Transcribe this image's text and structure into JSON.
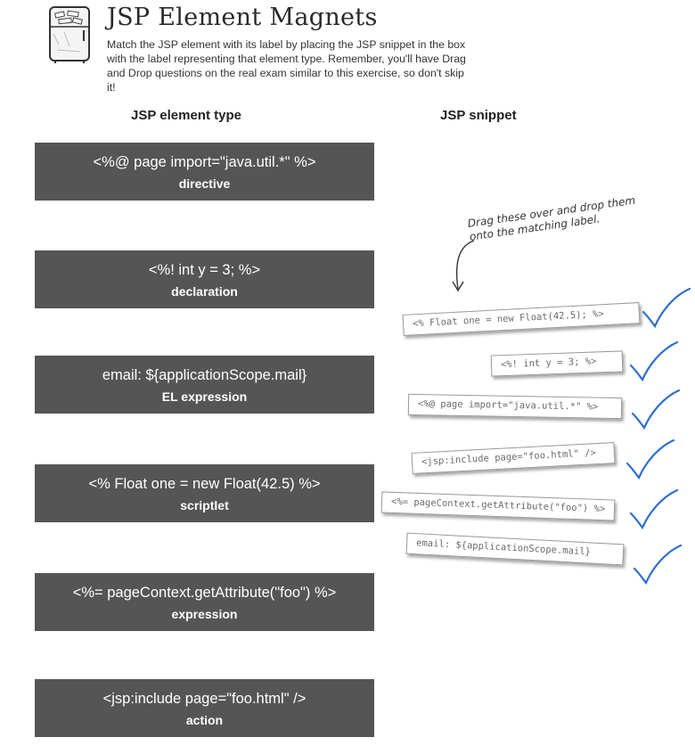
{
  "header": {
    "title": "JSP Element Magnets",
    "intro": "Match the JSP element with its label by placing the JSP snippet in the box with the label representing that element type. Remember, you'll have Drag and Drop questions on the real exam similar to this exercise, so don't skip it!"
  },
  "columns": {
    "left": "JSP element type",
    "right": "JSP snippet"
  },
  "labels": [
    {
      "snippet": "<%@ page import=\"java.util.*\" %>",
      "type": "directive"
    },
    {
      "snippet": "<%! int y = 3; %>",
      "type": "declaration"
    },
    {
      "snippet": "email: ${applicationScope.mail}",
      "type": "EL expression"
    },
    {
      "snippet": "<% Float one = new Float(42.5) %>",
      "type": "scriptlet"
    },
    {
      "snippet": "<%= pageContext.getAttribute(\"foo\") %>",
      "type": "expression"
    },
    {
      "snippet": "<jsp:include page=\"foo.html\" />",
      "type": "action"
    }
  ],
  "hint": "Drag these over and drop them onto the matching label.",
  "magnets": [
    "<% Float one = new Float(42.5); %>",
    "<%! int y = 3; %>",
    "<%@ page import=\"java.util.*\" %>",
    "<jsp:include page=\"foo.html\" />",
    "<%= pageContext.getAttribute(\"foo\") %>",
    "email: ${applicationScope.mail}"
  ],
  "colors": {
    "label_box": "#555555",
    "check_mark": "#2f6fd0"
  },
  "icons": {
    "fridge": "fridge-icon",
    "arrow": "curved-arrow-icon",
    "check": "check-mark-icon"
  }
}
